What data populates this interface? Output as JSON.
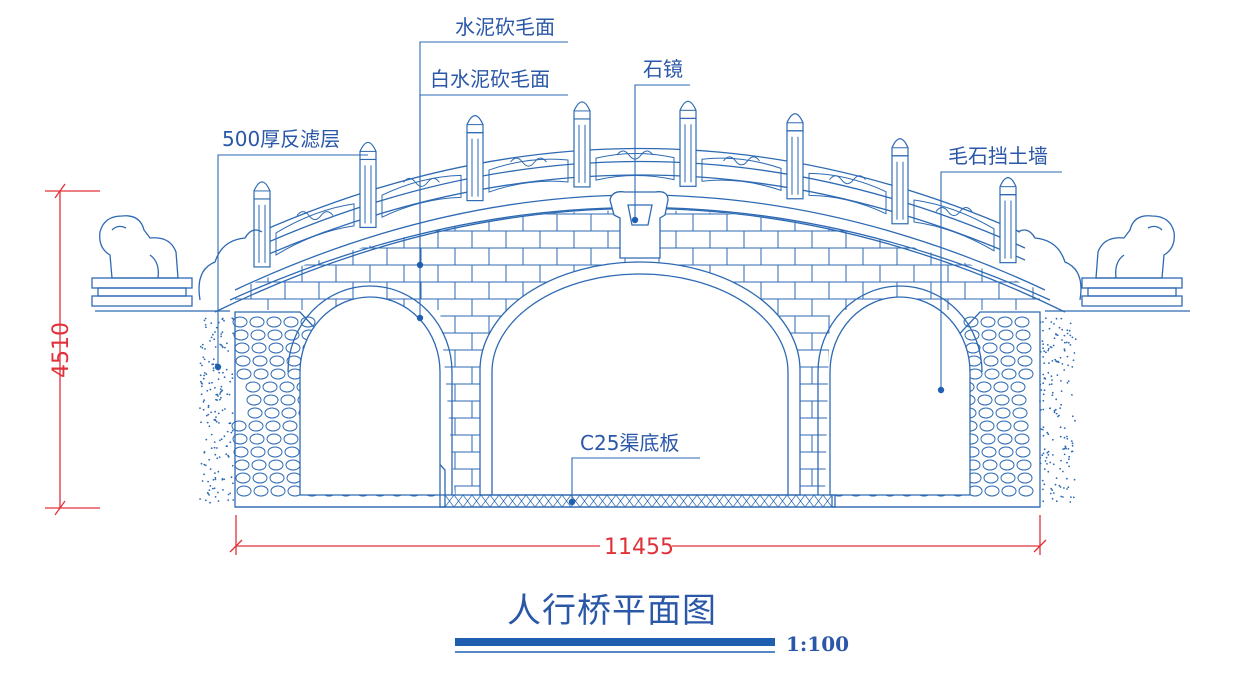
{
  "drawing": {
    "title": "人行桥平面图",
    "scale": "1:100",
    "colors": {
      "line": "#2e6ab3",
      "text": "#2a57a8",
      "dimension": "#e0313a",
      "scale_bar": "#1f5fb0"
    },
    "labels": {
      "cement_rough": "水泥砍毛面",
      "white_cement_rough": "白水泥砍毛面",
      "stone_mirror": "石镜",
      "filter_layer": "500厚反滤层",
      "retaining_wall": "毛石挡土墙",
      "channel_slab": "C25渠底板"
    },
    "dimensions": {
      "height": "4510",
      "width": "11455"
    }
  }
}
